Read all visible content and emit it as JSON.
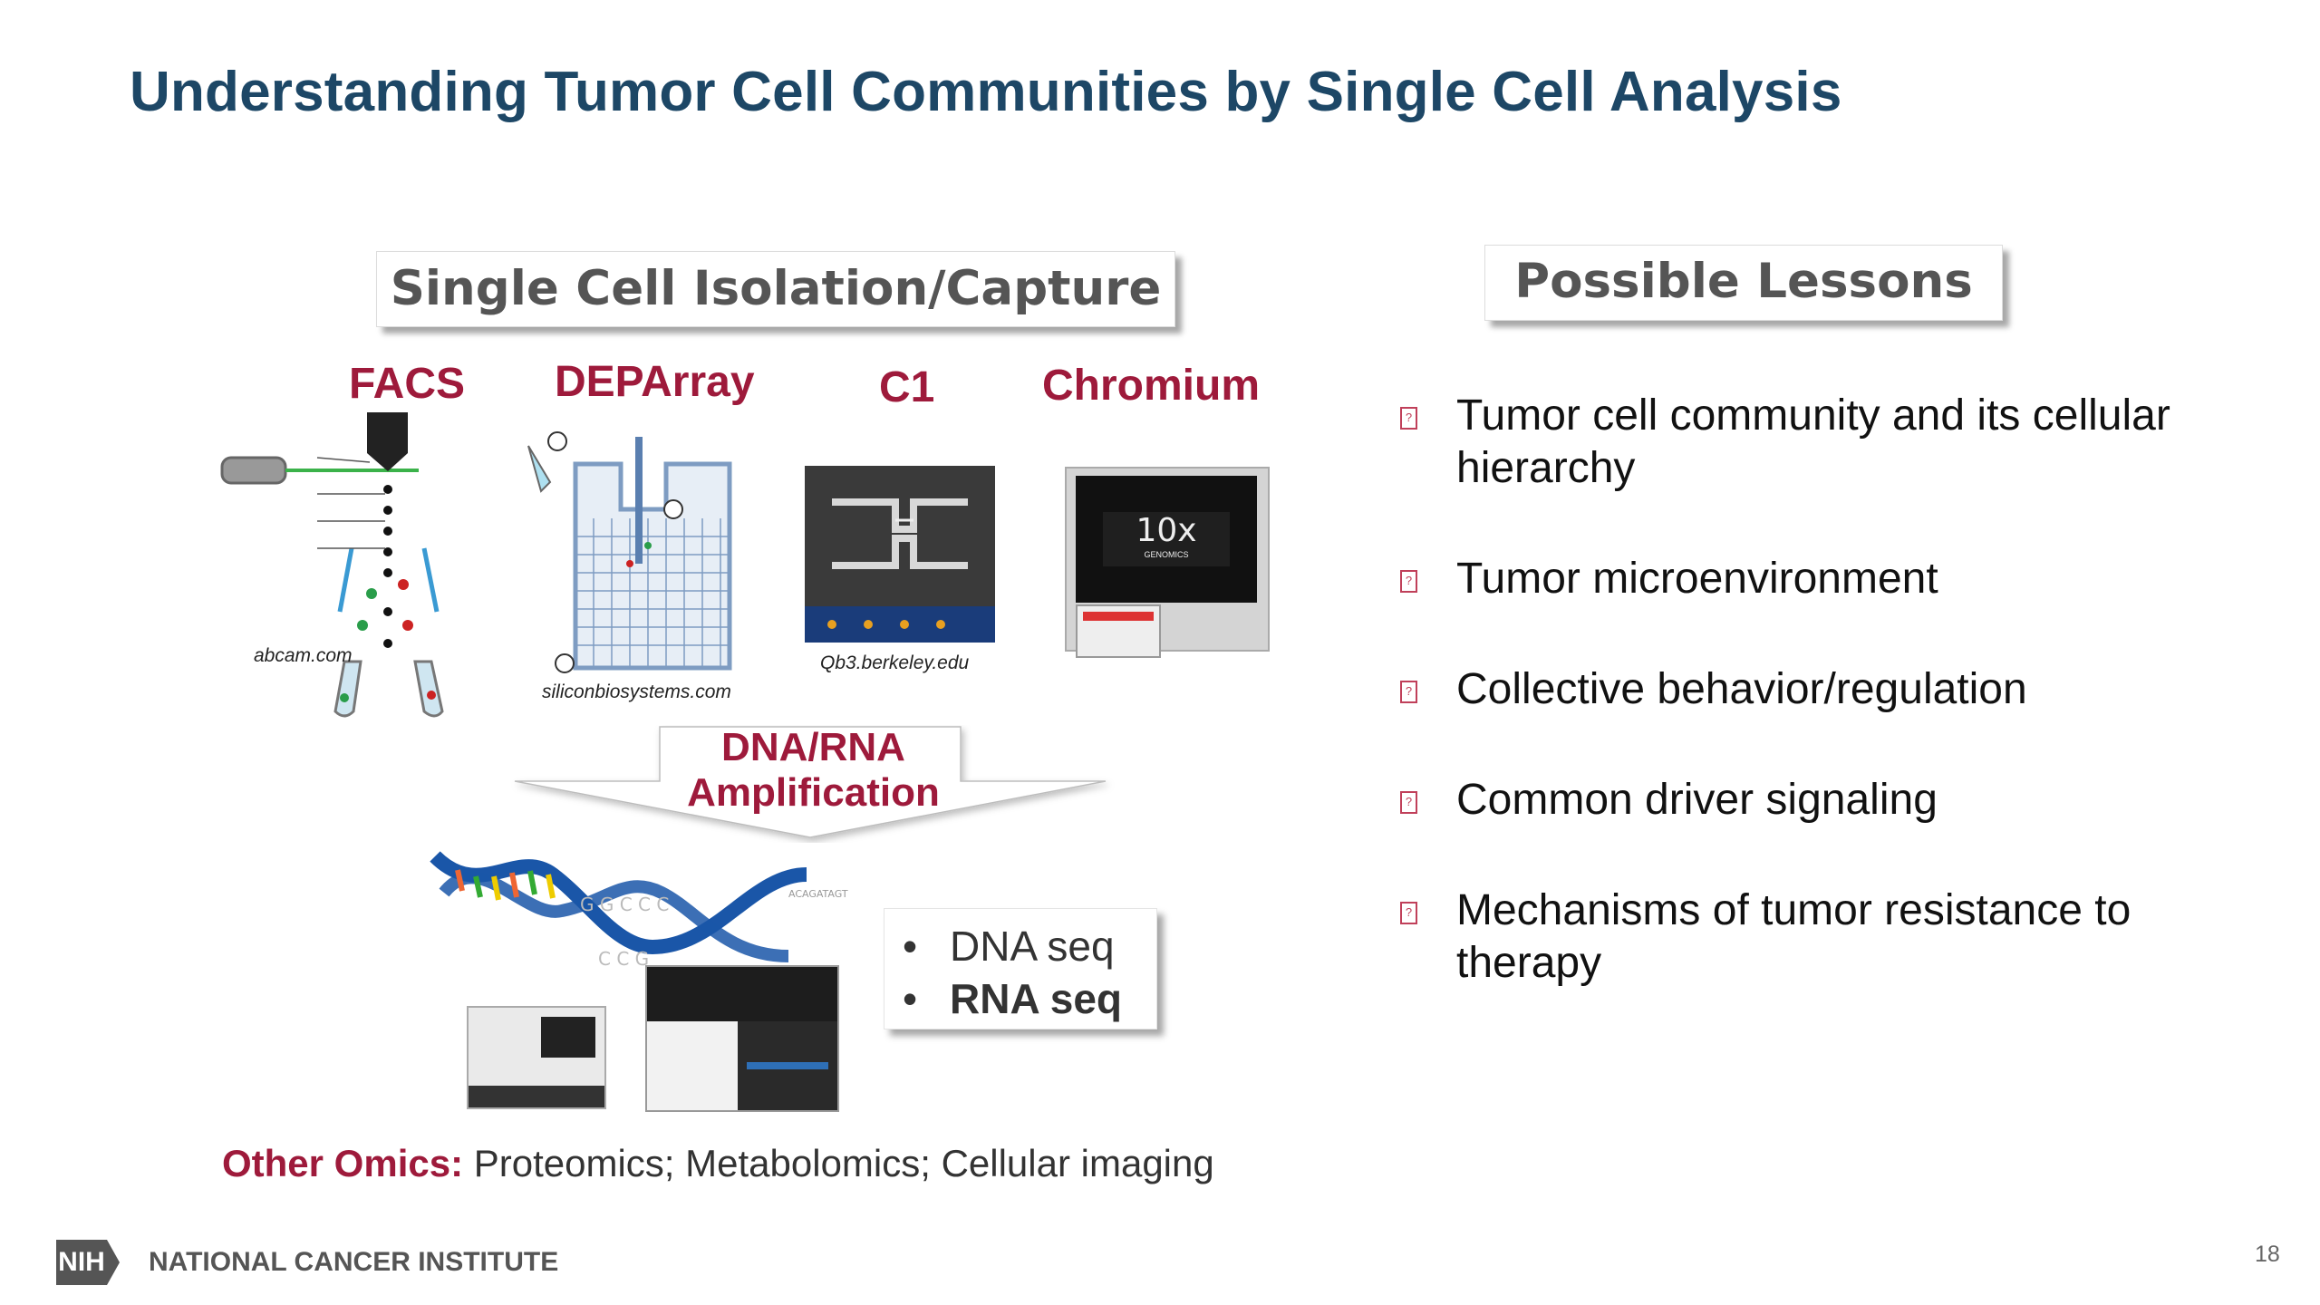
{
  "slide": {
    "title": "Understanding Tumor Cell Communities by Single Cell Analysis",
    "page_number": "18"
  },
  "left_panel": {
    "header": "Single Cell Isolation/Capture",
    "technologies": [
      {
        "name": "FACS",
        "credit": "abcam.com"
      },
      {
        "name": "DEPArray",
        "credit": "siliconbiosystems.com"
      },
      {
        "name": "C1",
        "credit": "Qb3.berkeley.edu"
      },
      {
        "name": "Chromium",
        "credit": ""
      }
    ],
    "chromium_logo": {
      "big": "10x",
      "small": "GENOMICS"
    },
    "amplification": {
      "line1": "DNA/RNA",
      "line2": "Amplification"
    },
    "sequencing": [
      "DNA seq",
      "RNA seq"
    ],
    "dna_letters": [
      "G G C C C",
      "C C G",
      "ACAGATAGT"
    ],
    "other_omics": {
      "label": "Other Omics:",
      "text": "Proteomics; Metabolomics; Cellular imaging"
    }
  },
  "right_panel": {
    "header": "Possible Lessons",
    "lessons": [
      "Tumor cell community and its cellular hierarchy",
      "Tumor microenvironment",
      "Collective behavior/regulation",
      "Common driver signaling",
      "Mechanisms of tumor resistance to therapy"
    ],
    "bullet_glyph": "?"
  },
  "footer": {
    "logo_mark": "NIH",
    "institute": "NATIONAL CANCER INSTITUTE"
  },
  "colors": {
    "title": "#1d4766",
    "accent": "#9e1a3b",
    "text": "#111111"
  }
}
